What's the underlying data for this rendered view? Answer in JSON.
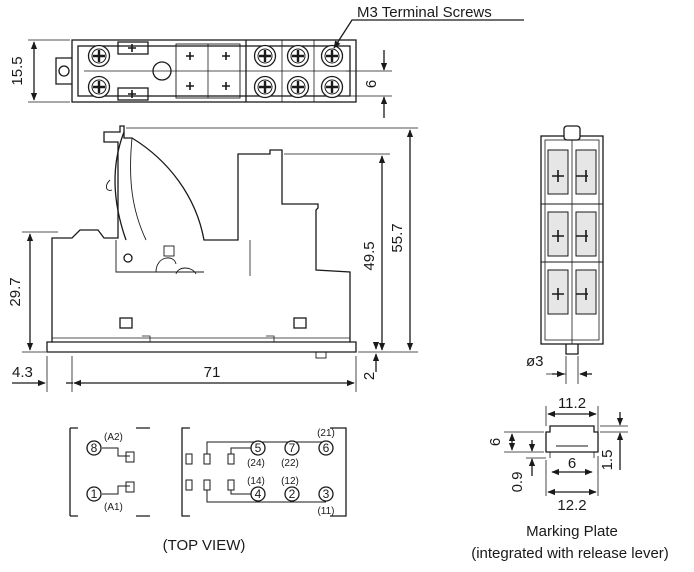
{
  "callouts": {
    "screws": "M3 Terminal Screws",
    "top_view": "(TOP VIEW)",
    "marking_title": "Marking Plate",
    "marking_sub": "(integrated with release lever)"
  },
  "dimensions": {
    "top_height": "15.5",
    "screw_pitch": "6",
    "base_height": "29.7",
    "mid_height": "49.5",
    "total_height": "55.7",
    "offset_left": "4.3",
    "length": "71",
    "offset_right": "2",
    "hole_dia": "ø3",
    "plate_top_width": "11.2",
    "plate_height": "6",
    "plate_inner": "6",
    "plate_bottom_width": "12.2",
    "plate_step": "1.5",
    "plate_base": "0.9"
  },
  "terminals": {
    "t8": "8",
    "a2": "(A2)",
    "t1": "1",
    "a1": "(A1)",
    "t5": "5",
    "t24": "(24)",
    "t7": "7",
    "t22": "(22)",
    "t6": "6",
    "t21": "(21)",
    "t4": "4",
    "t14": "(14)",
    "t2": "2",
    "t12": "(12)",
    "t3": "3",
    "t11": "(11)"
  }
}
